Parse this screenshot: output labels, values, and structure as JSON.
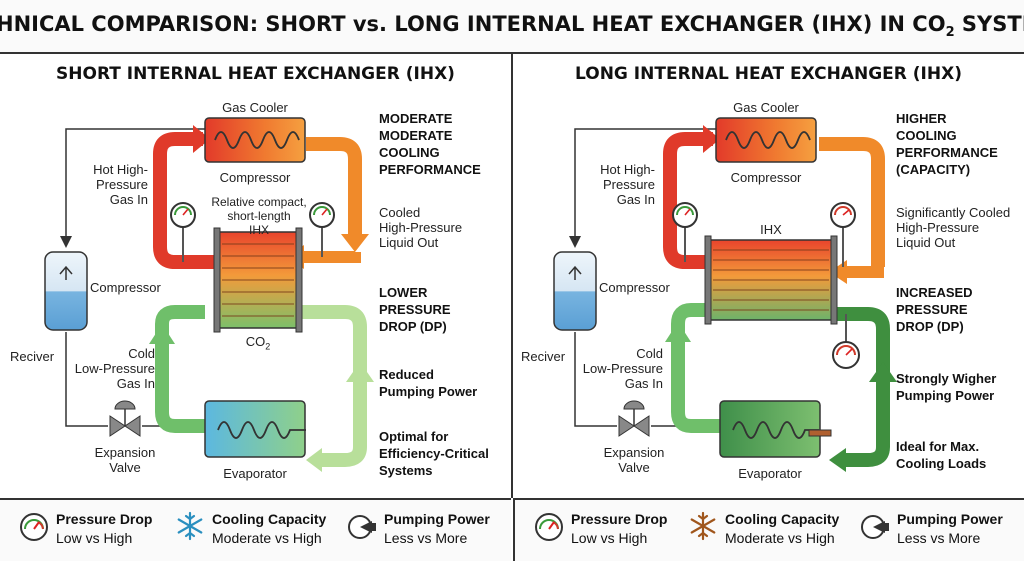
{
  "title": {
    "main": "TECHNICAL COMPARISON: SHORT vs. LONG INTERNAL HEAT EXCHANGER (IHX) IN CO",
    "sub": "2",
    "tail": " SYSTEMS"
  },
  "left": {
    "heading": "SHORT INTERNAL HEAT EXCHANGER (IHX)",
    "gas_cooler": "Gas Cooler",
    "compressor_top": "Compressor",
    "hot_gas": [
      "Hot High-",
      "Pressure",
      "Gas In"
    ],
    "ihx_note": [
      "Relative compact,",
      "short-length",
      "IHX"
    ],
    "cooled_liquid": [
      "Cooled",
      "High-Pressure",
      "Liquid Out"
    ],
    "compressor_side": "Compressor",
    "co2": "CO",
    "co2_sub": "2",
    "receiver": "Reciver",
    "cold_gas": [
      "Cold",
      "Low-Pressure",
      "Gas In"
    ],
    "expansion_valve": [
      "Expansion",
      "Valve"
    ],
    "evaporator": "Evaporator",
    "highlights": {
      "h1": [
        "MODERATE",
        "MODERATE",
        "COOLING",
        "PERFORMANCE"
      ],
      "h2": [
        "LOWER",
        "PRESSURE",
        "DROP (DP)"
      ],
      "h3": [
        "Reduced",
        "Pumping Power"
      ],
      "h4": [
        "Optimal for",
        "Efficiency-Critical",
        "Systems"
      ]
    }
  },
  "right": {
    "heading": "LONG INTERNAL HEAT EXCHANGER (IHX)",
    "gas_cooler": "Gas Cooler",
    "compressor_top": "Compressor",
    "hot_gas": [
      "Hot High-",
      "Pressure",
      "Gas In"
    ],
    "ihx": "IHX",
    "cooled_liquid": [
      "Significantly Cooled",
      "High-Pressure",
      "Liquid Out"
    ],
    "compressor_side": "Compressor",
    "receiver": "Reciver",
    "cold_gas": [
      "Cold",
      "Low-Pressure",
      "Gas In"
    ],
    "expansion_valve": [
      "Expansion",
      "Valve"
    ],
    "evaporator": "Evaporator",
    "highlights": {
      "h1": [
        "HIGHER",
        "COOLING",
        "PERFORMANCE",
        "(CAPACITY)"
      ],
      "h2": [
        "INCREASED",
        "PRESSURE",
        "DROP (DP)"
      ],
      "h3": [
        "Strongly Wigher",
        "Pumping Power"
      ],
      "h4": [
        "Ideal for Max.",
        "Cooling Loads"
      ]
    }
  },
  "legend_left": [
    {
      "icon": "pressure-gauge-icon",
      "title": "Pressure Drop",
      "value": "Low vs High"
    },
    {
      "icon": "snowflake-icon",
      "title": "Cooling Capacity",
      "value": "Moderate vs High",
      "color": "#2a8fbf"
    },
    {
      "icon": "pump-icon",
      "title": "Pumping Power",
      "value": "Less vs More"
    }
  ],
  "legend_right": [
    {
      "icon": "pressure-gauge-icon",
      "title": "Pressure Drop",
      "value": "Low vs High"
    },
    {
      "icon": "snowflake-icon",
      "title": "Cooling Capacity",
      "value": "Moderate vs High",
      "color": "#a0561c"
    },
    {
      "icon": "pump-icon",
      "title": "Pumping Power",
      "value": "Less vs More"
    }
  ]
}
